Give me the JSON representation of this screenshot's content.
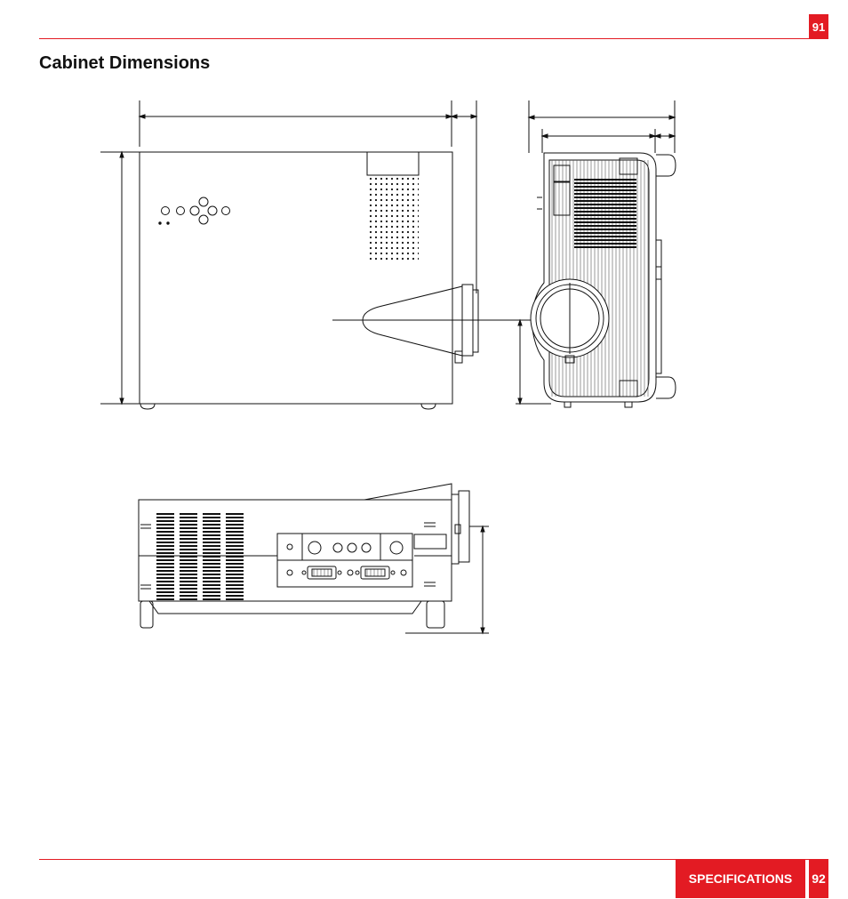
{
  "header": {
    "page_number": "91"
  },
  "title": "Cabinet Dimensions",
  "footer": {
    "section": "SPECIFICATIONS",
    "page_number": "92"
  },
  "colors": {
    "accent": "#e31b23",
    "line": "#111111"
  }
}
